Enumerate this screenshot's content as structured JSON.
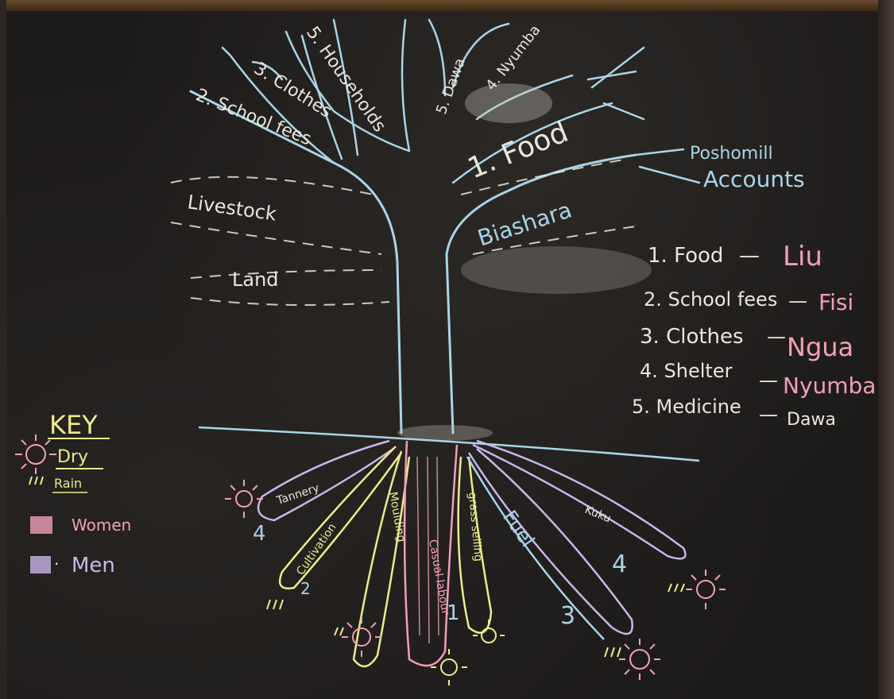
{
  "branches": {
    "households": "5. Households",
    "clothes": "3. Clothes",
    "school_fees": "2. School fees",
    "dawa": "5. Dawa",
    "nyumba": "4. Nyumba",
    "food": "1. Food",
    "poshomill": "Poshomill",
    "accounts": "Accounts",
    "biashara": "Biashara",
    "livestock": "Livestock",
    "land": "Land"
  },
  "needs_list": [
    {
      "label": "1. Food",
      "translation": "Liu"
    },
    {
      "label": "2. School fees",
      "translation": "Fisi"
    },
    {
      "label": "3. Clothes",
      "translation": "Ngua"
    },
    {
      "label": "4. Shelter",
      "translation": "Nyumba"
    },
    {
      "label": "5. Medicine",
      "translation": "Dawa"
    }
  ],
  "key": {
    "title": "KEY",
    "dry": "Dry",
    "rain": "Rain",
    "women": "Women",
    "men": "Men"
  },
  "roots": {
    "tannery": "Tannery",
    "cultivation": "Cultivation",
    "moulding": "Moulding",
    "casual_labour": "Casual labour",
    "grass_selling": "grass selling",
    "fuel": "Fuel",
    "kuku": "Kuku"
  },
  "root_numbers": [
    "4",
    "2",
    "1",
    "3",
    "4"
  ],
  "colors": {
    "board": "#1d1b1a",
    "chalk_blue": "#a9d4e8",
    "chalk_white": "#e9e6dc",
    "chalk_pink": "#f0a0b8",
    "chalk_yellow": "#ecec8a",
    "chalk_lilac": "#c9b7e8"
  }
}
